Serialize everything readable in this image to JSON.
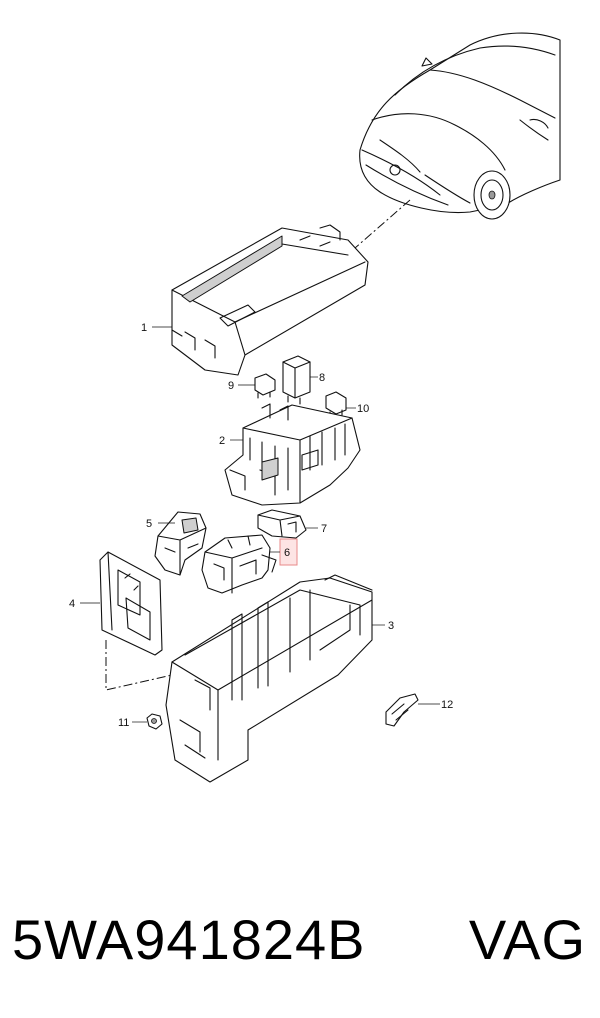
{
  "diagram": {
    "callouts": [
      "1",
      "2",
      "3",
      "4",
      "5",
      "6",
      "7",
      "8",
      "9",
      "10",
      "11",
      "12"
    ],
    "highlighted_callout": "6"
  },
  "footer": {
    "part_number": "5WA941824B",
    "brand": "VAG"
  },
  "colors": {
    "highlight_fill": "#fde4e4",
    "highlight_stroke": "#e88a8a",
    "line": "#111111"
  }
}
